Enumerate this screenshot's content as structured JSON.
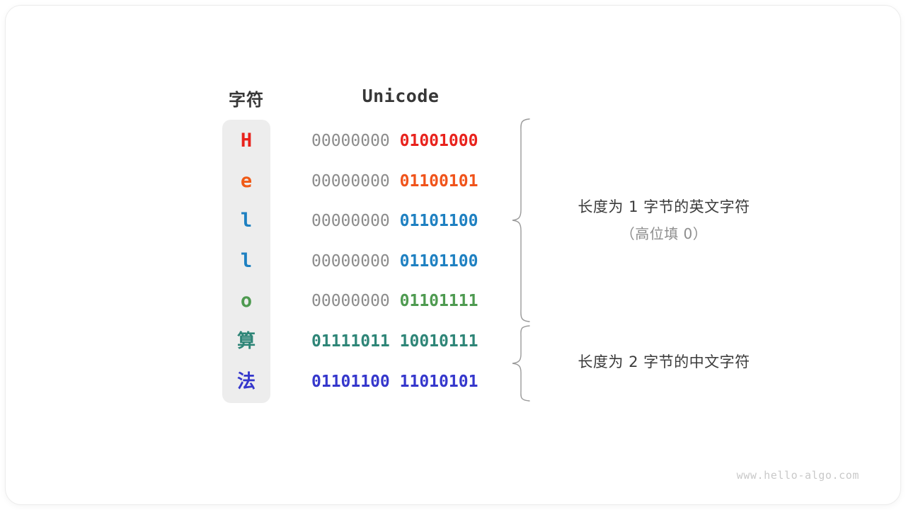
{
  "headers": {
    "character": "字符",
    "unicode": "Unicode"
  },
  "rows": [
    {
      "char": "H",
      "char_color": "#e8221c",
      "high_byte": "00000000",
      "low_byte": "01001000",
      "code_color": "#e8221c",
      "cjk": false,
      "high_strong": false
    },
    {
      "char": "e",
      "char_color": "#f05a16",
      "high_byte": "00000000",
      "low_byte": "01100101",
      "code_color": "#f0531a",
      "cjk": false,
      "high_strong": false
    },
    {
      "char": "l",
      "char_color": "#1e80c1",
      "high_byte": "00000000",
      "low_byte": "01101100",
      "code_color": "#1e80c1",
      "cjk": false,
      "high_strong": false
    },
    {
      "char": "l",
      "char_color": "#1e80c1",
      "high_byte": "00000000",
      "low_byte": "01101100",
      "code_color": "#1e80c1",
      "cjk": false,
      "high_strong": false
    },
    {
      "char": "o",
      "char_color": "#4e9a50",
      "high_byte": "00000000",
      "low_byte": "01101111",
      "code_color": "#4e9a50",
      "cjk": false,
      "high_strong": false
    },
    {
      "char": "算",
      "char_color": "#2e8577",
      "high_byte": "01111011",
      "low_byte": "10010111",
      "code_color": "#2e8577",
      "cjk": true,
      "high_strong": true
    },
    {
      "char": "法",
      "char_color": "#3537cc",
      "high_byte": "01101100",
      "low_byte": "11010101",
      "code_color": "#3537cc",
      "cjk": true,
      "high_strong": true
    }
  ],
  "annotations": {
    "ascii": {
      "line1": "长度为 1 字节的英文字符",
      "line2": "（高位填 0）"
    },
    "cjk": {
      "line1": "长度为 2 字节的中文字符",
      "line2": ""
    }
  },
  "watermark": "www.hello-algo.com",
  "colors": {
    "pill_background": "#ededed",
    "high_byte_gray": "#8c8c8c",
    "brace_stroke": "#9a9a9a",
    "note_primary": "#3b3b3b",
    "note_secondary": "#8d8d8d",
    "watermark": "#c9c9c9",
    "card_background": "#ffffff"
  }
}
